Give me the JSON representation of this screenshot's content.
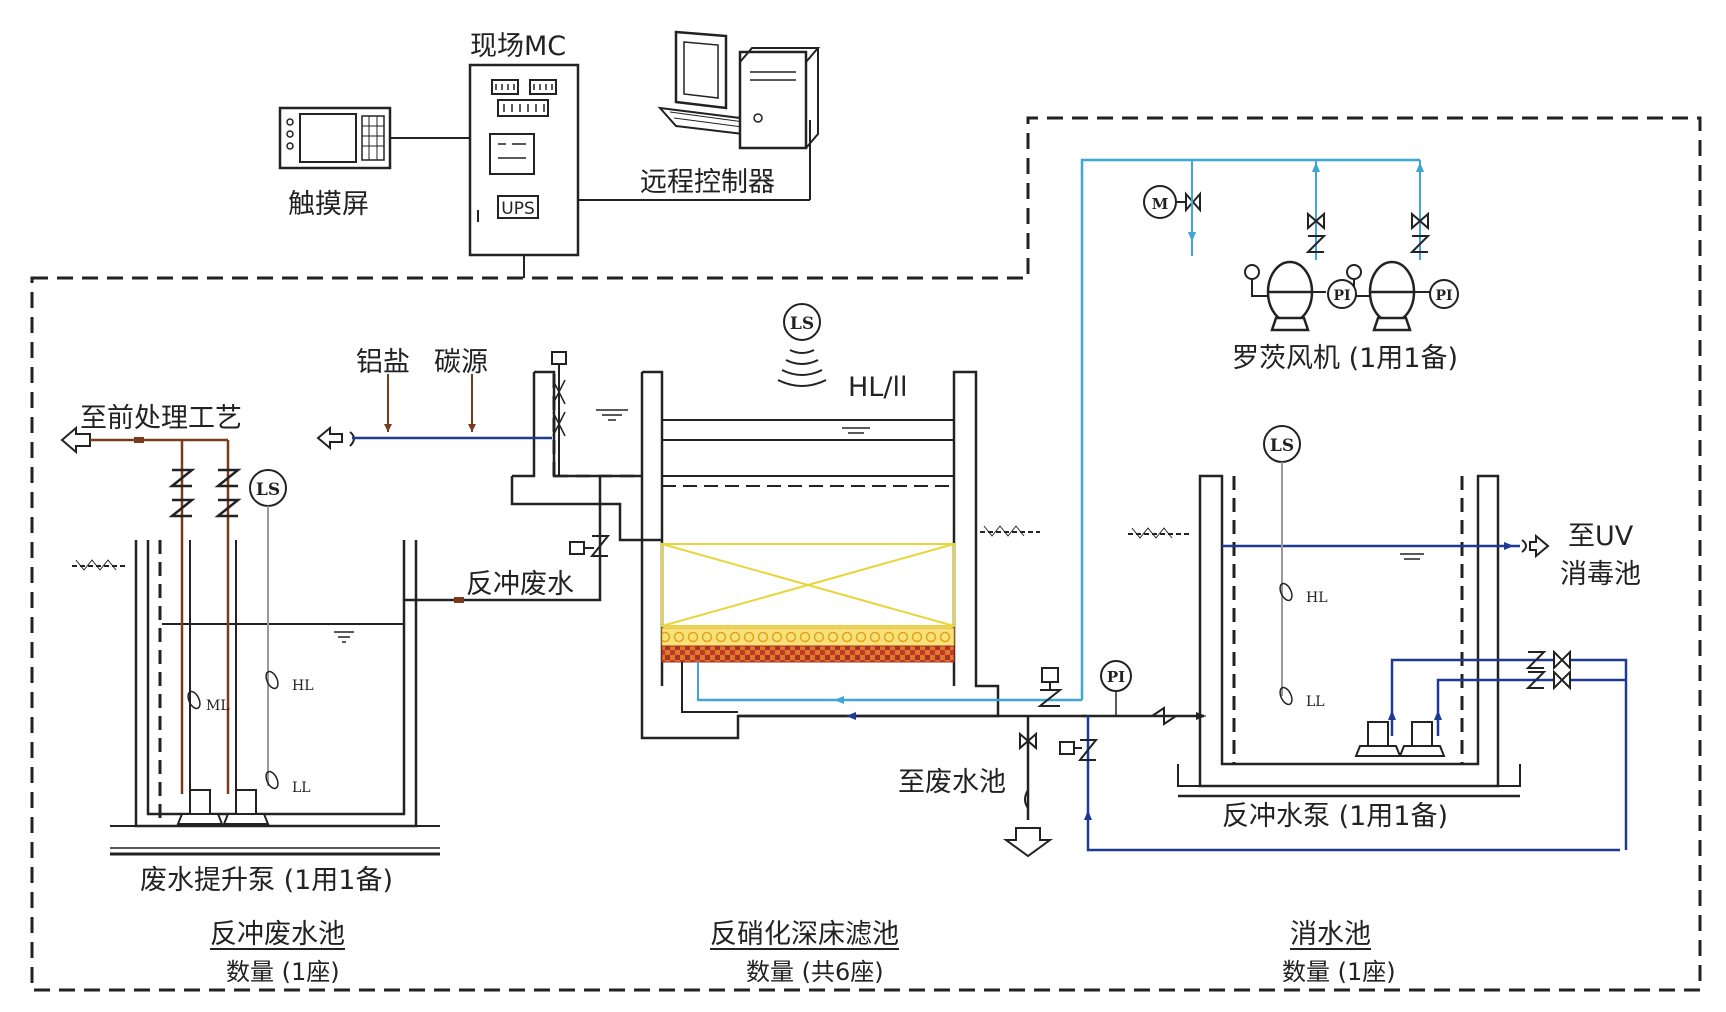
{
  "top": {
    "mc_label": "现场MC",
    "touch_label": "触摸屏",
    "remote_label": "远程控制器",
    "ups": "UPS"
  },
  "chemicals": {
    "alum": "铝盐",
    "carbon": "碳源"
  },
  "left_tank": {
    "to_pretreatment": "至前处理工艺",
    "backwash_waste_water": "反冲废水",
    "pump_label": "废水提升泵 (1用1备)",
    "section_title": "反冲废水池",
    "section_qty": "数量 (1座)",
    "ml": "ML",
    "hl": "HL",
    "ll": "LL"
  },
  "filter": {
    "hl_ll": "HL/ll",
    "to_waste_pool": "至废水池",
    "section_title": "反硝化深床滤池",
    "section_qty": "数量 (共6座)"
  },
  "right_tank": {
    "blower_label": "罗茨风机 (1用1备)",
    "to_uv_1": "至UV",
    "to_uv_2": "消毒池",
    "pump_label": "反冲水泵 (1用1备)",
    "section_title": "消水池",
    "section_qty": "数量 (1座)",
    "hl": "HL",
    "ll": "LL"
  },
  "instruments": {
    "ls": "LS",
    "pi": "PI",
    "m": "M"
  },
  "colors": {
    "line": "#222222",
    "blue": "#1f3a93",
    "cyan": "#3fa7d6",
    "brown": "#7a3b1a",
    "yellow": "#e8d53a",
    "red": "#c0392b"
  }
}
